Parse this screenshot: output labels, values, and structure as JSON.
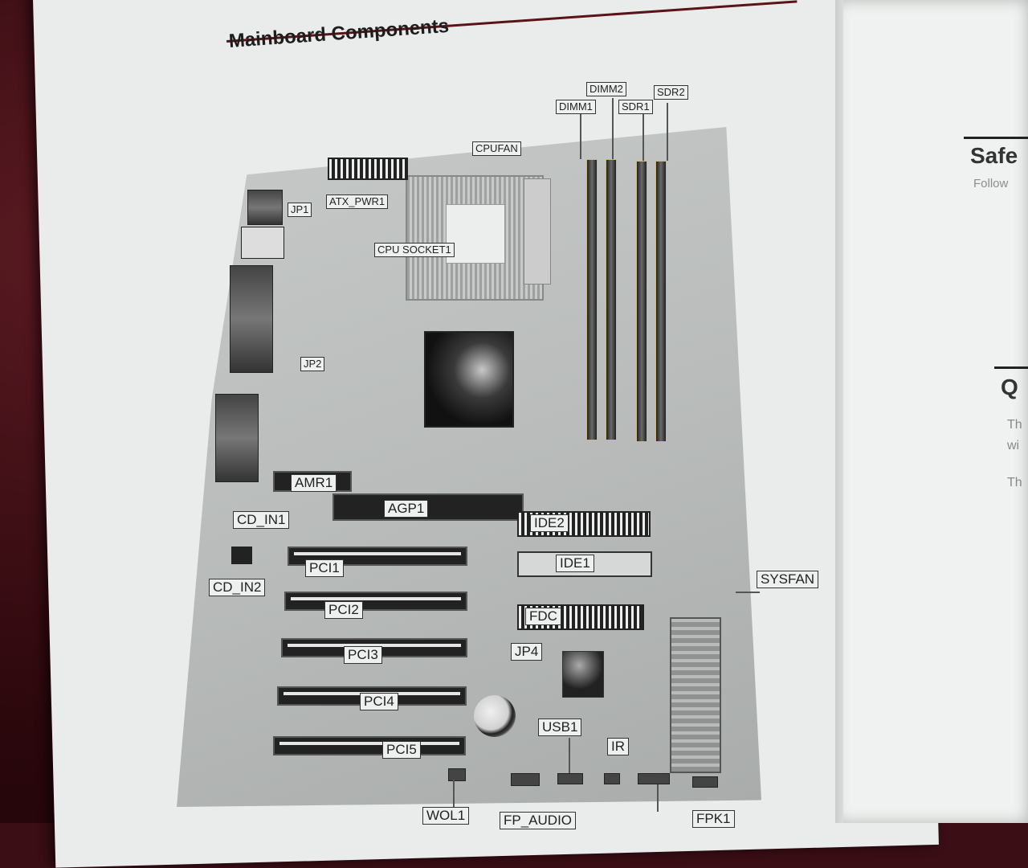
{
  "page": {
    "title": "Mainboard Components"
  },
  "right_page": {
    "heading1": "Safe",
    "text1": "Follow",
    "heading2": "Q",
    "text2": "Th",
    "text3": "wi",
    "text4": "Th"
  },
  "labels": {
    "dimm1": "DIMM1",
    "dimm2": "DIMM2",
    "sdr1": "SDR1",
    "sdr2": "SDR2",
    "cpufan": "CPUFAN",
    "jp1": "JP1",
    "atx_pwr1": "ATX_PWR1",
    "cpu_socket1": "CPU SOCKET1",
    "jp2": "JP2",
    "amr1": "AMR1",
    "agp1": "AGP1",
    "cd_in1": "CD_IN1",
    "cd_in2": "CD_IN2",
    "ide2": "IDE2",
    "ide1": "IDE1",
    "sysfan": "SYSFAN",
    "fdc": "FDC",
    "pci1": "PCI1",
    "pci2": "PCI2",
    "pci3": "PCI3",
    "pci4": "PCI4",
    "pci5": "PCI5",
    "jp4": "JP4",
    "usb1": "USB1",
    "ir": "IR",
    "wol1": "WOL1",
    "fp_audio": "FP_AUDIO",
    "fpk1": "FPK1"
  }
}
